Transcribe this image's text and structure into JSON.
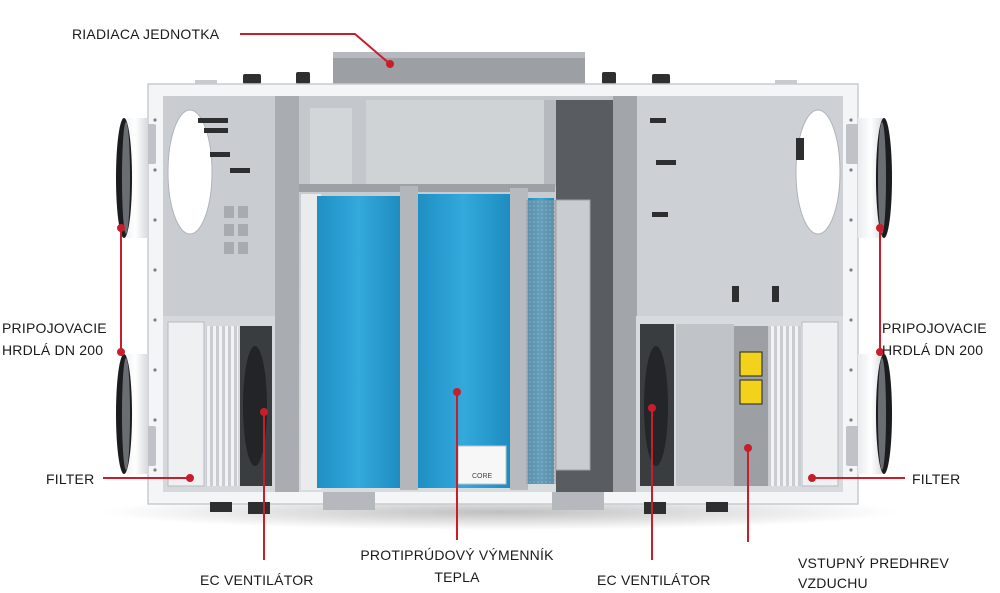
{
  "colors": {
    "accent_line": "#c81e2b",
    "exchanger_blue": "#2a9fd3",
    "housing_white": "#f4f5f7",
    "interior_grey": "#cfd2d6",
    "panel_grey": "#a4a8ad"
  },
  "labels": {
    "control_unit": "RIADIACA JEDNOTKA",
    "connection_left_line1": "PRIPOJOVACIE",
    "connection_left_line2": "HRDLÁ DN 200",
    "connection_right_line1": "PRIPOJOVACIE",
    "connection_right_line2": "HRDLÁ DN 200",
    "filter_left": "FILTER",
    "filter_right": "FILTER",
    "heat_exchanger_line1": "PROTIPRÚDOVÝ VÝMENNÍK",
    "heat_exchanger_line2": "TEPLA",
    "ec_fan_left": "EC VENTILÁTOR",
    "ec_fan_right": "EC VENTILÁTOR",
    "preheater_line1": "VSTUPNÝ PREDHREV",
    "preheater_line2": "VZDUCHU"
  },
  "exchanger_sticker_text": "CORE"
}
